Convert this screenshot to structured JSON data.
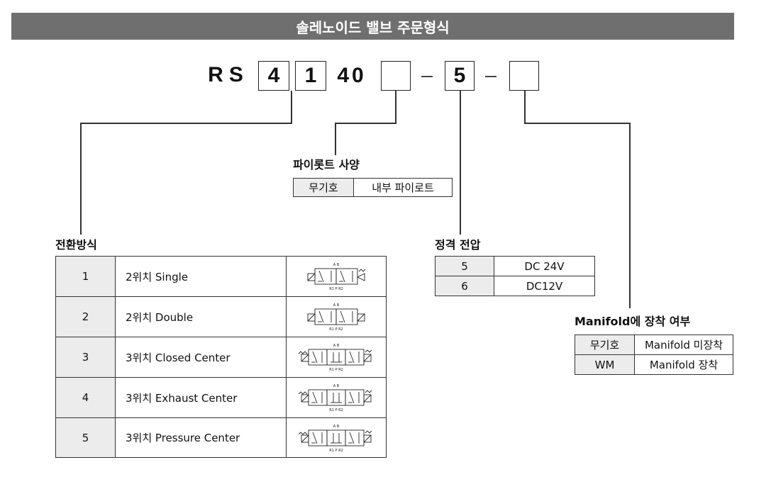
{
  "title": "솔레노이드 밸브 주문형식",
  "code": {
    "prefix": "RS",
    "digit1": "4",
    "digit2": "1",
    "series": "40",
    "pilot_slot": "",
    "separator": "–",
    "voltage_code": "5",
    "manifold_slot": ""
  },
  "pilot": {
    "title": "파이롯트 사양",
    "rows": [
      {
        "code": "무기호",
        "desc": "내부 파이로트"
      }
    ]
  },
  "switching": {
    "title": "전환방식",
    "rows": [
      {
        "code": "1",
        "desc": "2위치 Single",
        "symbol": "valve-2pos-single-icon"
      },
      {
        "code": "2",
        "desc": "2위치 Double",
        "symbol": "valve-2pos-double-icon"
      },
      {
        "code": "3",
        "desc": "3위치 Closed Center",
        "symbol": "valve-3pos-closed-icon"
      },
      {
        "code": "4",
        "desc": "3위치 Exhaust Center",
        "symbol": "valve-3pos-exhaust-icon"
      },
      {
        "code": "5",
        "desc": "3위치 Pressure Center",
        "symbol": "valve-3pos-pressure-icon"
      }
    ],
    "port_labels": {
      "top": "A B",
      "bottom": "R1 P R2"
    }
  },
  "voltage": {
    "title": "정격 전압",
    "rows": [
      {
        "code": "5",
        "desc": "DC 24V"
      },
      {
        "code": "6",
        "desc": "DC12V"
      }
    ]
  },
  "manifold": {
    "title": "Manifold에 장착 여부",
    "rows": [
      {
        "code": "무기호",
        "desc": "Manifold 미장착"
      },
      {
        "code": "WM",
        "desc": "Manifold 장착"
      }
    ]
  }
}
